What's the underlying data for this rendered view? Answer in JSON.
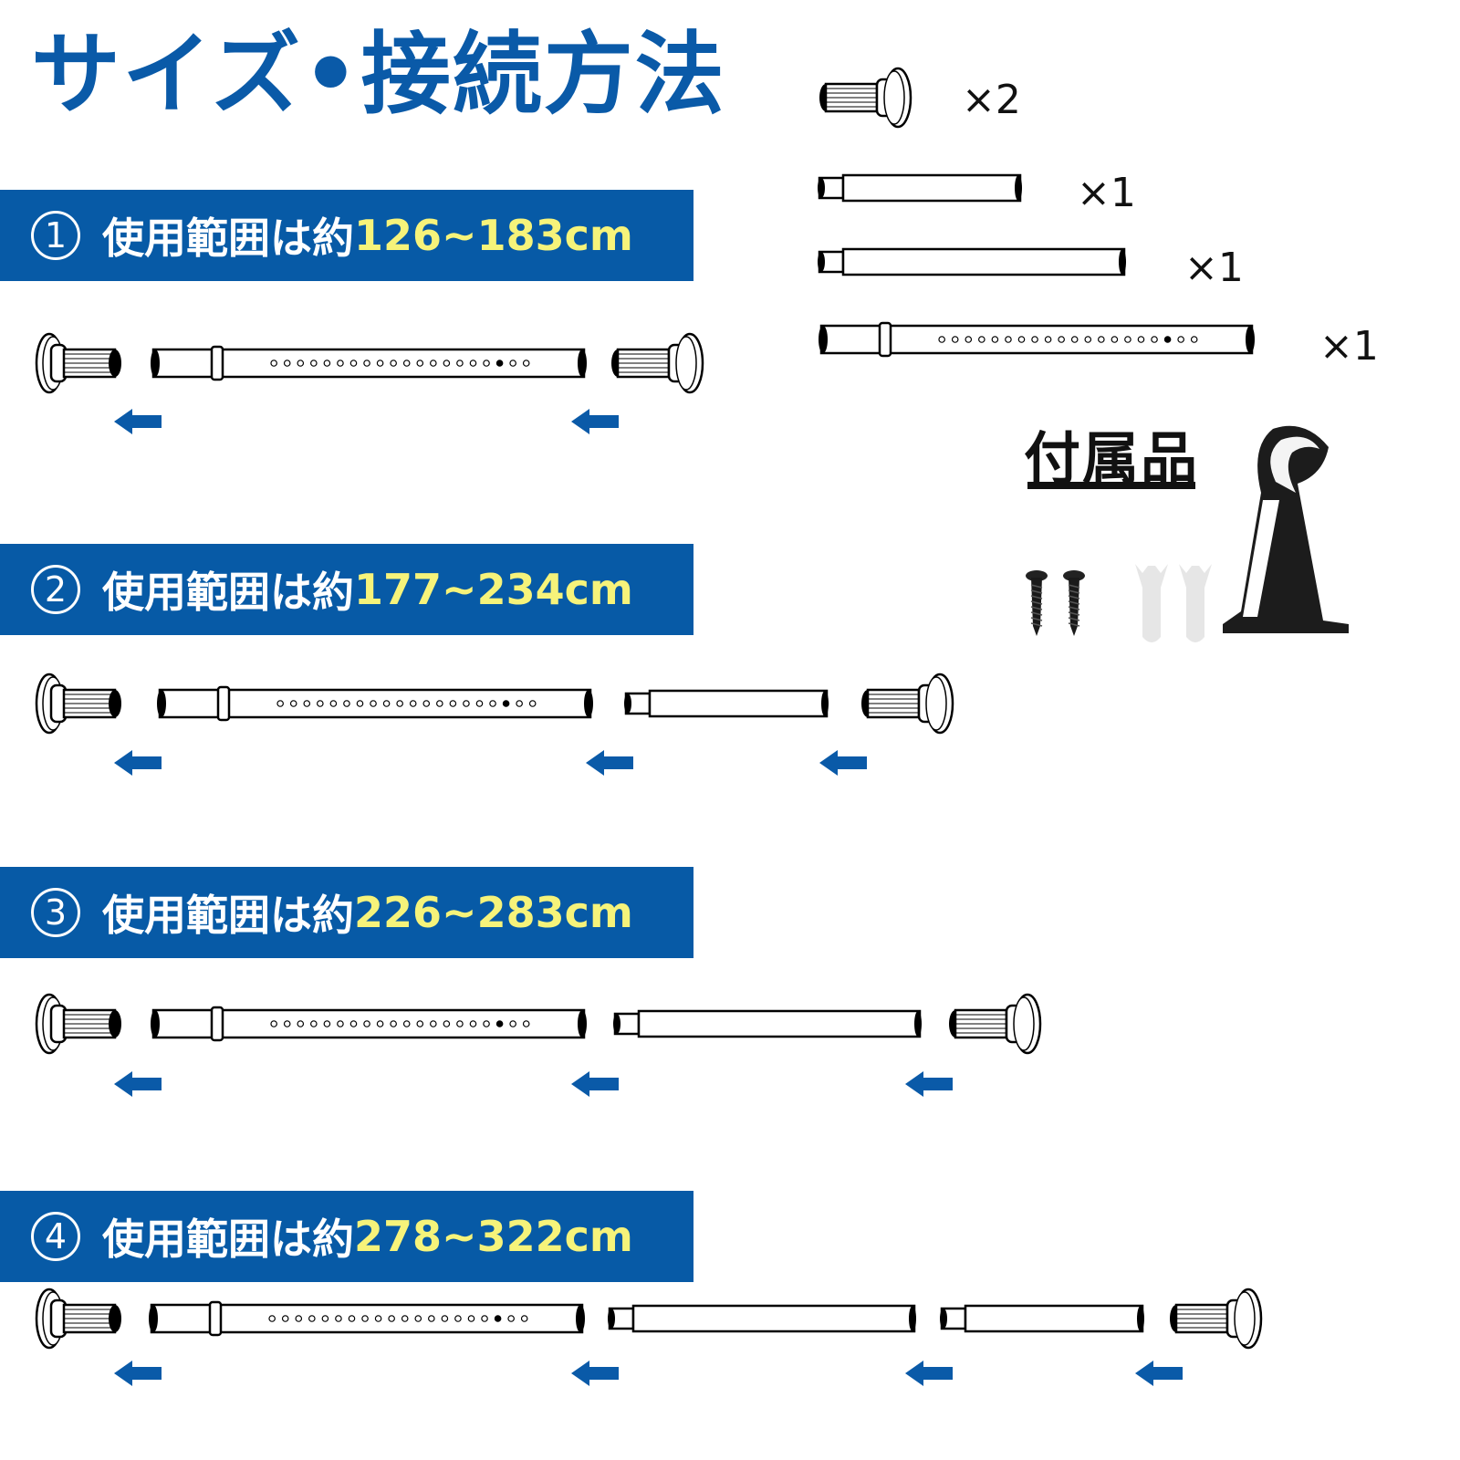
{
  "title": "サイズ•接続方法",
  "colors": {
    "brand_blue": "#075aa6",
    "range_yellow": "#f6f37a",
    "arrow_blue": "#0a5aa8"
  },
  "sections": [
    {
      "number": "1",
      "label": "使用範囲は約",
      "range": "126~183cm",
      "parts": [
        "end-cap",
        "main-pipe",
        "end-cap"
      ],
      "arrows": 2
    },
    {
      "number": "2",
      "label": "使用範囲は約",
      "range": "177~234cm",
      "parts": [
        "end-cap",
        "main-pipe",
        "short-extension",
        "end-cap"
      ],
      "arrows": 3
    },
    {
      "number": "3",
      "label": "使用範囲は約",
      "range": "226~283cm",
      "parts": [
        "end-cap",
        "main-pipe",
        "long-extension",
        "end-cap"
      ],
      "arrows": 3
    },
    {
      "number": "4",
      "label": "使用範囲は約",
      "range": "278~322cm",
      "parts": [
        "end-cap",
        "main-pipe",
        "long-extension",
        "short-extension",
        "end-cap"
      ],
      "arrows": 4
    }
  ],
  "parts_list": [
    {
      "name": "end-cap",
      "qty": "×2"
    },
    {
      "name": "short-extension",
      "qty": "×1"
    },
    {
      "name": "long-extension",
      "qty": "×1"
    },
    {
      "name": "main-pipe",
      "qty": "×1"
    }
  ],
  "main_pipe": {
    "holes": 20,
    "filled_hole_index": 17
  },
  "accessories": {
    "title": "付属品",
    "items": [
      "screw",
      "screw",
      "wall-anchor",
      "wall-anchor",
      "bracket"
    ]
  }
}
